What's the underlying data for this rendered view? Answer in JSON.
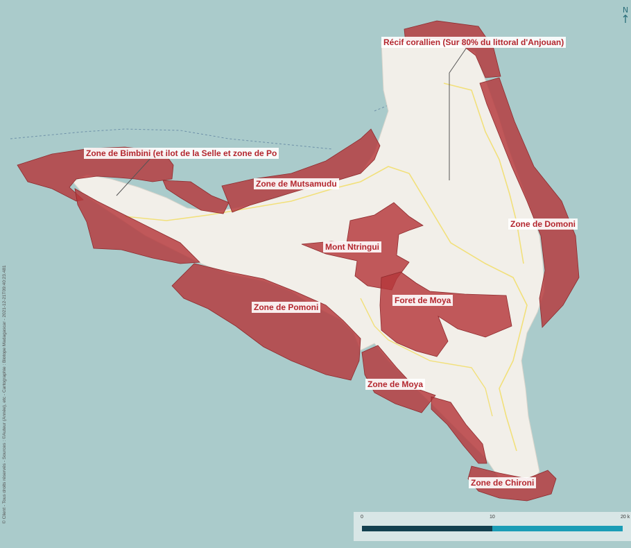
{
  "map": {
    "labels": {
      "recif": "Récif corallien (Sur 80% du littoral d'Anjouan)",
      "bimbini": "Zone de Bimbini (et ilot de la Selle et zone de Po",
      "mutsamudu": "Zone de Mutsamudu",
      "domoni": "Zone de Domoni",
      "ntringui": "Mont Ntringui",
      "foret_moya": "Foret de Moya",
      "pomoni": "Zone de Pomoni",
      "zone_moya": "Zone de Moya",
      "chironi": "Zone de Chironi"
    },
    "north_label": "N",
    "credit": "© Client - Tous droits réservés - Sources : ©Auteur (Année), etc - Cartographie : Biotope Madagascar - 2021-12-21T09:40:23.481",
    "scale": {
      "ticks": [
        "0",
        "10",
        "20 k"
      ]
    },
    "colors": {
      "sea": "#aacbcb",
      "land": "#f2efe9",
      "zone_fill": "#b5373b",
      "zone_label_text": "#b3262e",
      "scale_dark": "#13404f",
      "scale_light": "#1b9db6"
    }
  }
}
